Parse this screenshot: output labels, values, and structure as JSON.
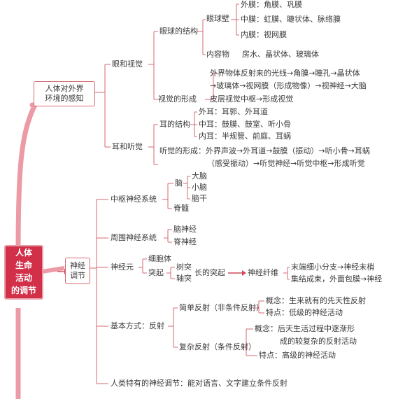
{
  "root": {
    "line1": "人体",
    "line2": "生命",
    "line3": "活动",
    "line4": "的调节"
  },
  "feel": {
    "title_l1": "人体对外界",
    "title_l2": "环境的感知",
    "eye": {
      "title": "眼和视觉",
      "structure": "眼球的结构",
      "wall": "眼球壁",
      "outer": "外膜：角膜、巩膜",
      "middle": "中膜：虹膜、睫状体、脉络膜",
      "inner": "内膜：视网膜",
      "content": "内容物",
      "content_items": "房水、晶状体、玻璃体",
      "formation": "视觉的形成",
      "f1": "外界物体反射来的光线→角膜→瞳孔→晶状体",
      "f2": "→玻璃体→视网膜（形成物像）→视神经→大脑",
      "f3": "皮层视觉中枢→形成视觉"
    },
    "ear": {
      "title": "耳和听觉",
      "structure": "耳的结构",
      "outer": "外耳：耳郭、外耳道",
      "middle": "中耳：鼓膜、鼓室、听小骨",
      "inner": "内耳：半规管、前庭、耳蜗",
      "h1": "听觉的形成：外界声波→外耳道→鼓膜（振动）→听小骨→耳蜗",
      "h2": "（感受振动）→听觉神经→听觉中枢→形成听觉"
    }
  },
  "nerve": {
    "title_l1": "神经",
    "title_l2": "调节",
    "cns": {
      "title": "中枢神经系统",
      "brain": "脑",
      "cerebrum": "大脑",
      "cerebellum": "小脑",
      "brainstem": "脑干",
      "spinal": "脊髓"
    },
    "pns": {
      "title": "周围神经系统",
      "cranial": "脑神经",
      "spinal": "脊神经"
    },
    "neuron": {
      "title": "神经元",
      "body": "细胞体",
      "process": "突起",
      "dendrite": "树突",
      "axon": "轴突",
      "long": "长的突起",
      "fiber": "神经纤维",
      "end1": "末端细小分支→神经末梢",
      "end2": "集结成束，外面包膜→神经"
    },
    "reflex": {
      "title": "基本方式：反射",
      "simple": "简单反射（非条件反射）",
      "s_concept": "概念：生来就有的先天性反射",
      "s_feature": "特点：低级的神经活动",
      "complex": "复杂反射（条件反射）",
      "c_concept1": "概念：后天生活过程中逐渐形",
      "c_concept2": "成的较复杂的反射活动",
      "c_feature": "特点：高级的神经活动"
    },
    "human": "人类特有的神经调节：能对语言、文字建立条件反射"
  },
  "colors": {
    "line": "#d46a72",
    "root": "#d22f49",
    "trunk": "#e58a96",
    "arrow": "#d14a5a"
  }
}
